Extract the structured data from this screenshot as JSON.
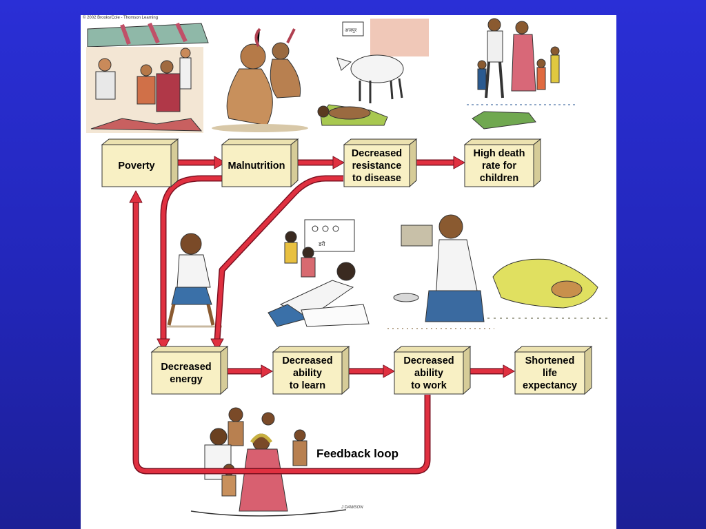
{
  "copyright": "© 2002 Brooks/Cole - Thomson Learning",
  "signature": "J DAWSON",
  "feedback_label": "Feedback loop",
  "nodes": {
    "poverty": "Poverty",
    "malnutrition": "Malnutrition",
    "decreased_resistance": "Decreased\nresistance\nto disease",
    "high_death_rate": "High death\nrate for\nchildren",
    "decreased_energy": "Decreased\nenergy",
    "decreased_learn": "Decreased\nability\nto learn",
    "decreased_work": "Decreased\nability\nto work",
    "shortened_life": "Shortened\nlife\nexpectancy"
  },
  "colors": {
    "box_face": "#f8f0c4",
    "box_side": "#d6cc98",
    "box_top": "#ece2b0",
    "arrow": "#e03040",
    "arrow_outline": "#7a1020",
    "background": "#2226b8"
  },
  "illustrations": [
    "poor-family-under-awning-illustration",
    "malnourished-children-sitting-illustration",
    "child-lying-near-cow-illustration",
    "family-with-child-funeral-illustration",
    "thin-boy-sitting-illustration",
    "children-studying-illustration",
    "man-with-begging-bowl-illustration",
    "covered-body-on-ground-illustration",
    "large-poor-family-illustration"
  ]
}
